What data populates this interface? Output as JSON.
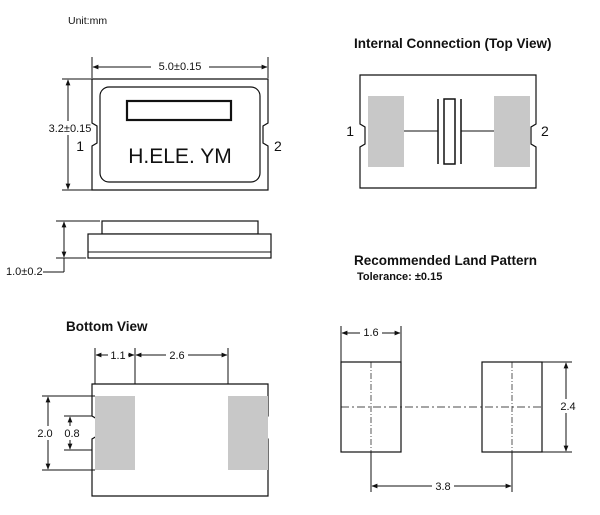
{
  "unit_label": "Unit:mm",
  "top_view": {
    "width_dim": "5.0±0.15",
    "height_dim": "3.2±0.15",
    "marking": "H.ELE. YM",
    "pin1": "1",
    "pin2": "2"
  },
  "side_view": {
    "thickness_dim": "1.0±0.2"
  },
  "internal_connection": {
    "title": "Internal Connection (Top View)",
    "pin1": "1",
    "pin2": "2"
  },
  "land_pattern": {
    "title": "Recommended Land Pattern",
    "tolerance": "Tolerance: ±0.15",
    "pad_width": "1.6",
    "pad_height": "2.4",
    "pitch": "3.8"
  },
  "bottom_view": {
    "title": "Bottom View",
    "dim_a": "1.1",
    "dim_b": "2.6",
    "dim_height": "2.0",
    "dim_pad": "0.8"
  },
  "colors": {
    "line": "#111111",
    "pad": "#c8c8c8",
    "land": "#bbbbbb"
  }
}
